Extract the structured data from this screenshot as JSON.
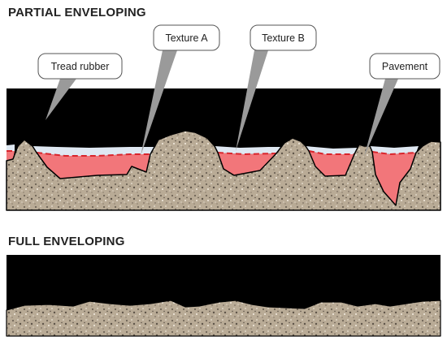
{
  "sections": {
    "partial": {
      "title": "PARTIAL ENVELOPING"
    },
    "full": {
      "title": "FULL ENVELOPING"
    }
  },
  "callouts": {
    "tread_rubber": "Tread rubber",
    "texture_a": "Texture A",
    "texture_b": "Texture B",
    "pavement": "Pavement"
  },
  "colors": {
    "tread": "#000000",
    "pavement": "#b9ab96",
    "contact_fill": "#f2767a",
    "contact_line": "#d9242b",
    "air_gap": "#dfe8f2",
    "callout_fill": "#ffffff",
    "callout_border": "#555555",
    "pointer": "#9a9a9a"
  },
  "icons": {
    "pavement_texture": "gravel-pattern"
  }
}
